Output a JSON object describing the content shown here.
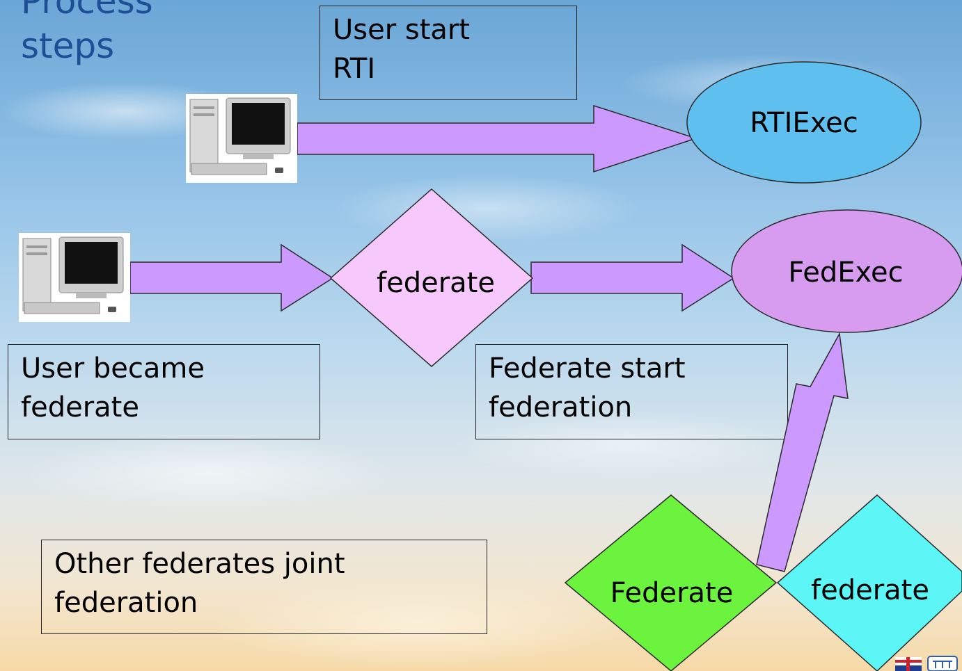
{
  "slide": {
    "title_lines": [
      "Process",
      "steps"
    ]
  },
  "boxes": {
    "user_start_rti": [
      "User start",
      "RTI"
    ],
    "user_became_federate": [
      "User became",
      "federate"
    ],
    "federate_start_federation": [
      "Federate start",
      "federation"
    ],
    "other_federates_join": [
      "Other federates joint",
      "federation"
    ]
  },
  "nodes": {
    "rtiexec": {
      "label": "RTIExec",
      "color": "#5fc0f0"
    },
    "fedexec": {
      "label": "FedExec",
      "color": "#d79cef"
    },
    "federate_diamond": {
      "label": "federate",
      "color": "#f7c8fb"
    },
    "federate_green": {
      "label": "Federate",
      "color": "#6cf33e"
    },
    "federate_cyan": {
      "label": "federate",
      "color": "#5cf6f6"
    }
  },
  "colors": {
    "arrow_fill": "#cc99ff",
    "title": "#1d4f96"
  },
  "icons": [
    "desktop-computer-icon",
    "desktop-computer-icon",
    "flag-icon",
    "logo-icon"
  ]
}
